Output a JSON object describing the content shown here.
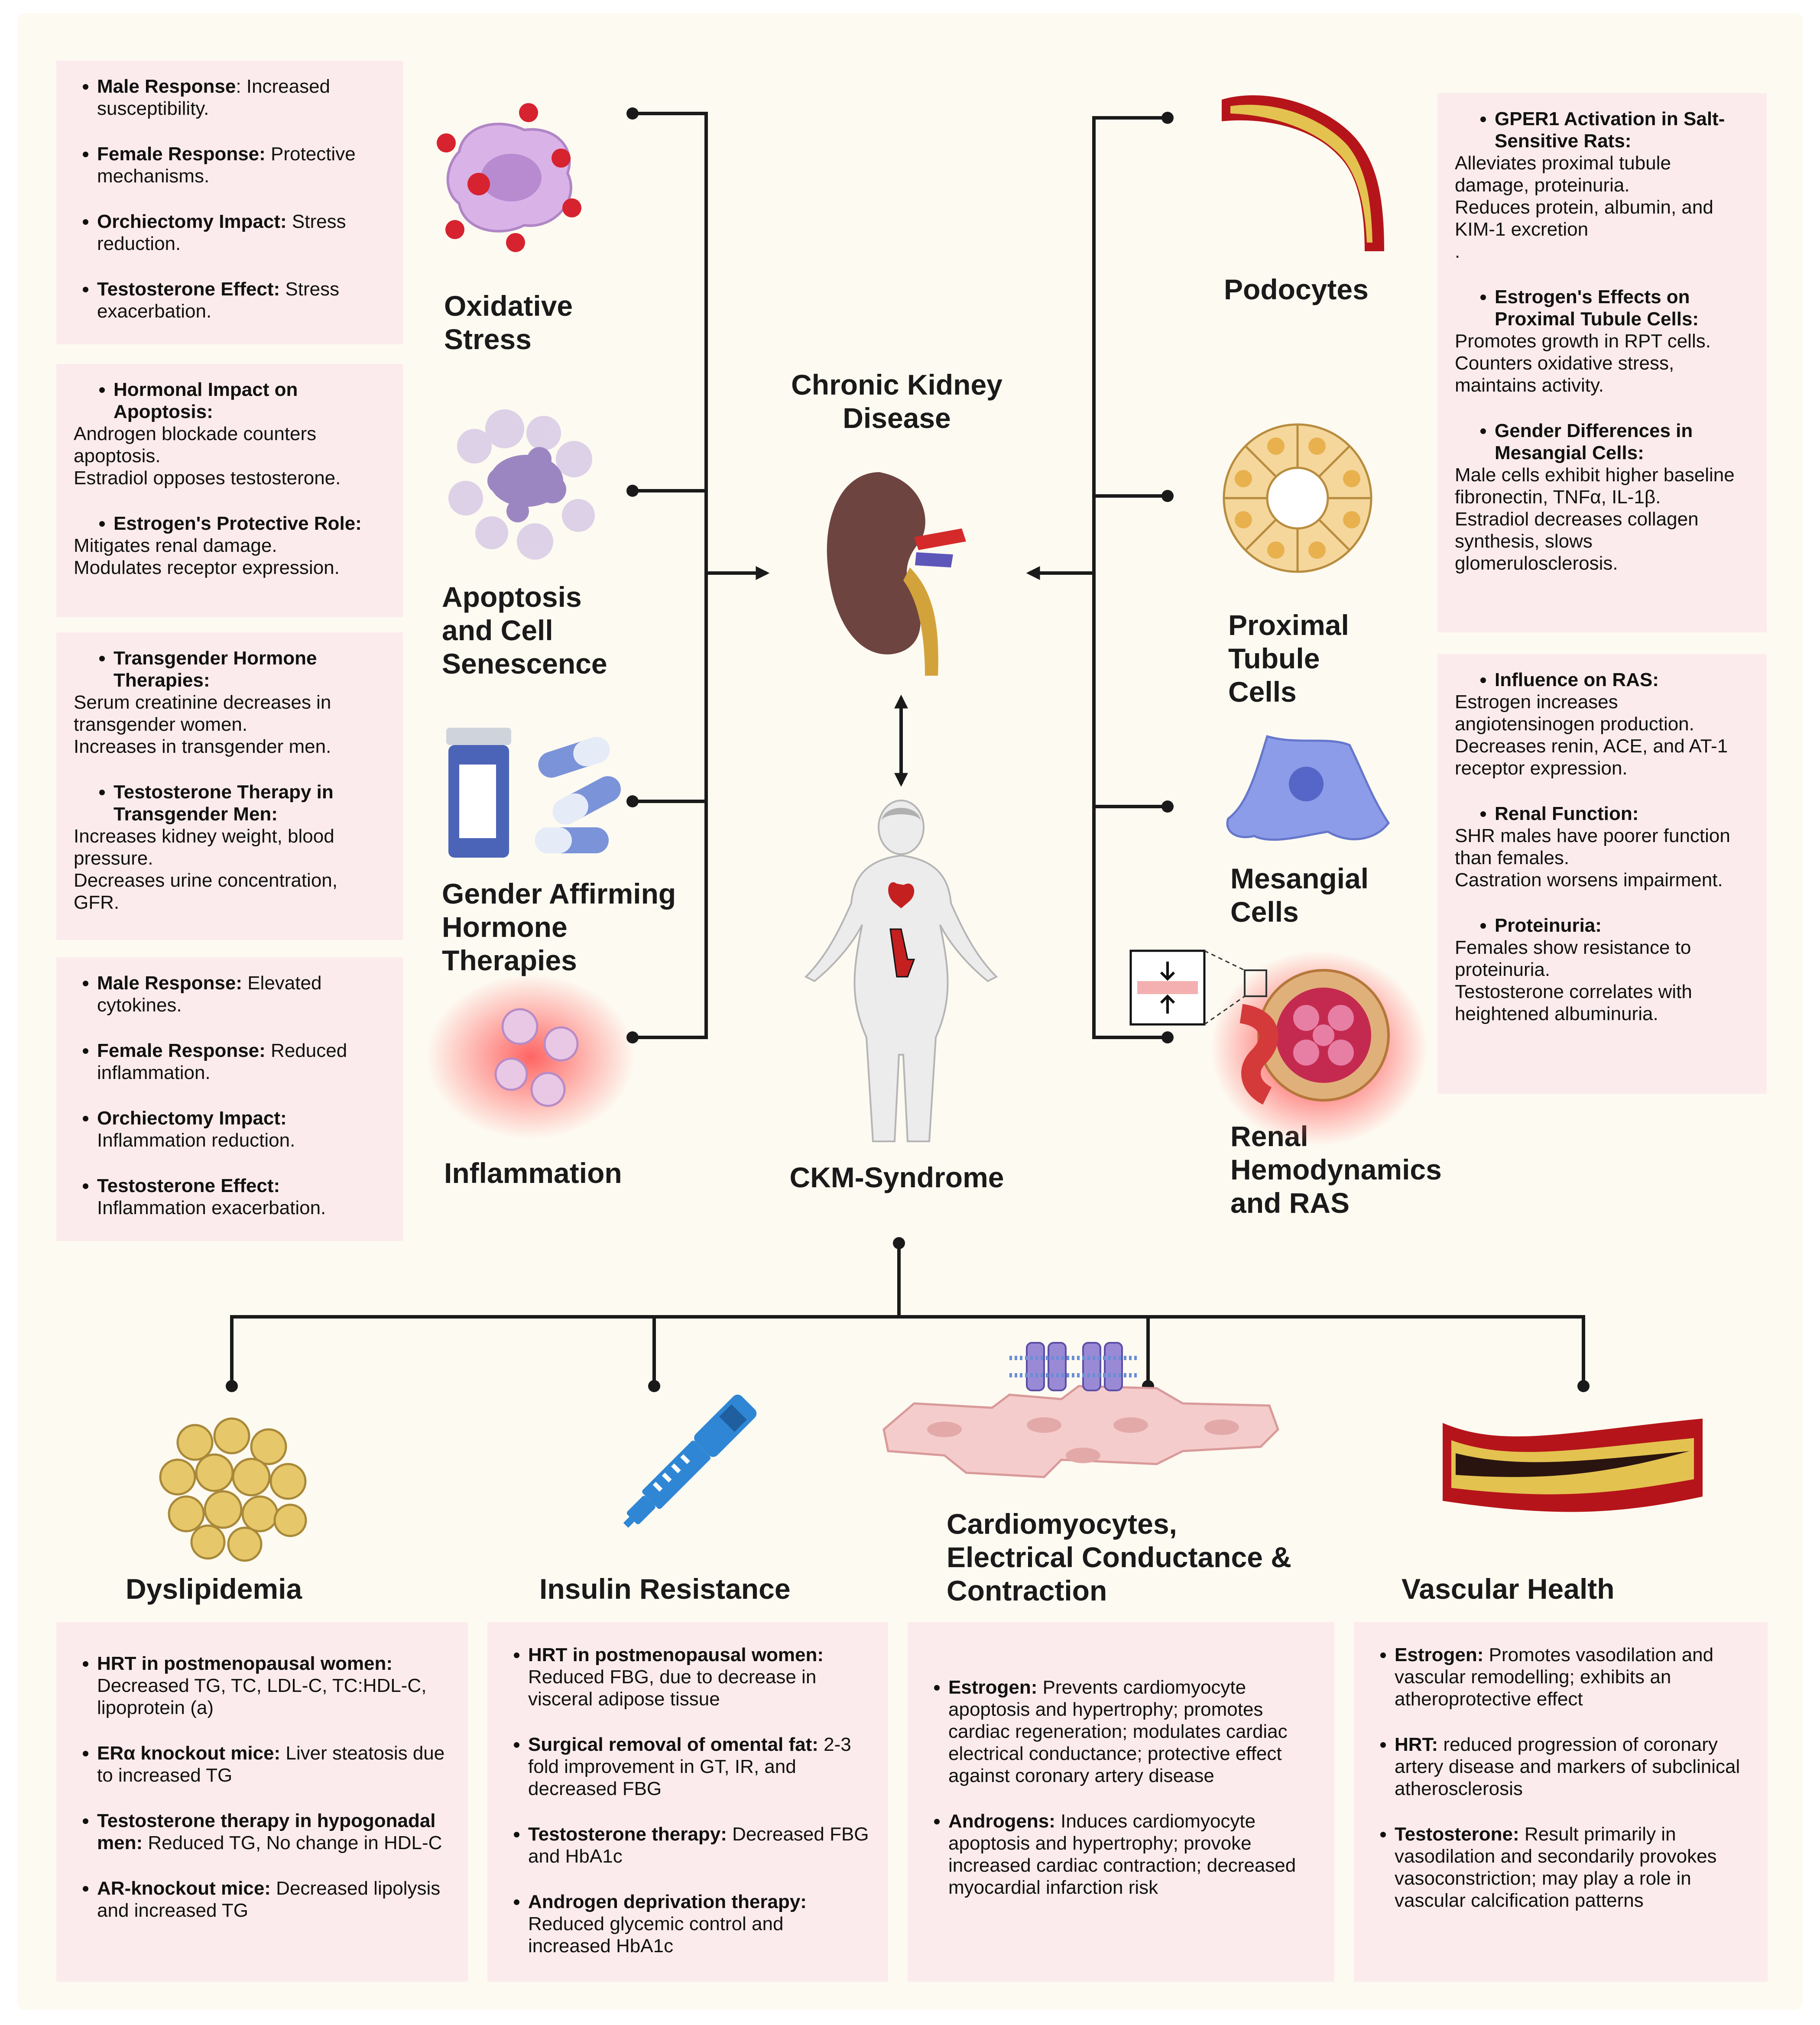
{
  "center": {
    "top_title": "Chronic Kidney Disease",
    "bottom_title": "CKM-Syndrome"
  },
  "left_labels": [
    "Oxidative Stress",
    "Apoptosis and Cell Senescence",
    "Gender Affirming Hormone Therapies",
    "Inflammation"
  ],
  "right_labels": [
    "Podocytes",
    "Proximal Tubule Cells",
    "Mesangial Cells",
    "Renal Hemodynamics and RAS"
  ],
  "bottom_labels": [
    "Dyslipidemia",
    "Insulin Resistance",
    "Cardiomyocytes, Electrical Conductance & Contraction",
    "Vascular Health"
  ],
  "left_boxes": {
    "oxidative": [
      {
        "b": "Male Response",
        "t": ": Increased susceptibility."
      },
      {
        "b": "Female Response:",
        "t": " Protective mechanisms."
      },
      {
        "b": "Orchiectomy Impact:",
        "t": " Stress reduction."
      },
      {
        "b": "Testosterone Effect:",
        "t": " Stress exacerbation."
      }
    ],
    "apoptosis": [
      {
        "h": "Hormonal Impact on Apoptosis:",
        "lines": [
          "Androgen blockade counters apoptosis.",
          "Estradiol opposes testosterone."
        ]
      },
      {
        "h": "Estrogen's Protective Role:",
        "lines": [
          "Mitigates renal damage.",
          "Modulates receptor expression."
        ]
      }
    ],
    "gender": [
      {
        "h": "Transgender Hormone Therapies:",
        "lines": [
          "Serum creatinine decreases in transgender women.",
          "Increases in transgender men."
        ]
      },
      {
        "h": "Testosterone Therapy in Transgender Men:",
        "lines": [
          "Increases kidney weight, blood pressure.",
          "Decreases urine concentration, GFR."
        ]
      }
    ],
    "inflammation": [
      {
        "b": "Male Response:",
        "t": " Elevated cytokines."
      },
      {
        "b": "Female Response:",
        "t": " Reduced inflammation."
      },
      {
        "b": "Orchiectomy Impact:",
        "t": " Inflammation reduction."
      },
      {
        "b": "Testosterone Effect:",
        "t": " Inflammation exacerbation."
      }
    ]
  },
  "right_boxes": {
    "top": [
      {
        "h": "GPER1 Activation in Salt-Sensitive Rats:",
        "lines": [
          "Alleviates proximal tubule damage, proteinuria.",
          "Reduces protein, albumin, and KIM-1 excretion",
          "."
        ]
      },
      {
        "h": "Estrogen's Effects on Proximal Tubule Cells:",
        "lines": [
          "Promotes growth in RPT cells.",
          "Counters oxidative stress, maintains activity."
        ]
      },
      {
        "h": "Gender Differences in Mesangial Cells:",
        "lines": [
          "Male cells exhibit higher baseline fibronectin, TNFα, IL-1β.",
          "Estradiol decreases collagen synthesis, slows glomerulosclerosis."
        ]
      }
    ],
    "bottom": [
      {
        "h": "Influence on RAS:",
        "lines": [
          "Estrogen increases angiotensinogen production.",
          "Decreases renin, ACE, and AT-1 receptor expression."
        ]
      },
      {
        "h": "Renal Function:",
        "lines": [
          "SHR males have poorer function than females.",
          "Castration worsens impairment."
        ]
      },
      {
        "h": "Proteinuria:",
        "lines": [
          "Females show resistance to proteinuria.",
          "Testosterone correlates with heightened albuminuria."
        ]
      }
    ]
  },
  "bottom_boxes": {
    "dyslipidemia": [
      {
        "b": "HRT in postmenopausal women:",
        "t": " Decreased TG, TC, LDL-C, TC:HDL-C, lipoprotein (a)"
      },
      {
        "b": "ERα knockout mice:",
        "t": " Liver steatosis due to increased TG"
      },
      {
        "b": "Testosterone therapy in hypogonadal men:",
        "t": " Reduced TG, No change in HDL-C"
      },
      {
        "b": "AR-knockout mice:",
        "t": " Decreased lipolysis and increased TG"
      }
    ],
    "insulin": [
      {
        "b": "HRT in postmenopausal women:",
        "t": " Reduced FBG, due to decrease in visceral adipose tissue"
      },
      {
        "b": "Surgical removal of omental fat:",
        "t": " 2-3 fold improvement in GT, IR, and decreased FBG"
      },
      {
        "b": "Testosterone therapy:",
        "t": " Decreased FBG and HbA1c"
      },
      {
        "b": "Androgen deprivation therapy:",
        "t": " Reduced glycemic control and increased HbA1c"
      }
    ],
    "cardio": [
      {
        "b": "Estrogen:",
        "t": " Prevents cardiomyocyte apoptosis and hypertrophy; promotes cardiac regeneration; modulates cardiac electrical conductance; protective effect against coronary artery disease"
      },
      {
        "b": "Androgens:",
        "t": " Induces cardiomyocyte apoptosis and hypertrophy; provoke increased cardiac contraction; decreased myocardial infarction risk"
      }
    ],
    "vascular": [
      {
        "b": "Estrogen:",
        "t": " Promotes vasodilation and vascular remodelling; exhibits an atheroprotective effect"
      },
      {
        "b": "HRT:",
        "t": " reduced progression of coronary artery disease and markers of subclinical atherosclerosis"
      },
      {
        "b": "Testosterone:",
        "t": " Result primarily in vasodilation and secondarily provokes vasoconstriction; may play a role in vascular calcification patterns"
      }
    ]
  },
  "colors": {
    "box_bg": "#fcebec",
    "page_bg": "#fdfaf1",
    "kidney": "#6e4440",
    "connector": "#1a1a1a",
    "oxidative": "#c9a0dc",
    "podocyte": "#b5151a",
    "mesangial": "#8d9ce8",
    "adipose": "#e6c86a",
    "pen": "#2f86d4"
  }
}
